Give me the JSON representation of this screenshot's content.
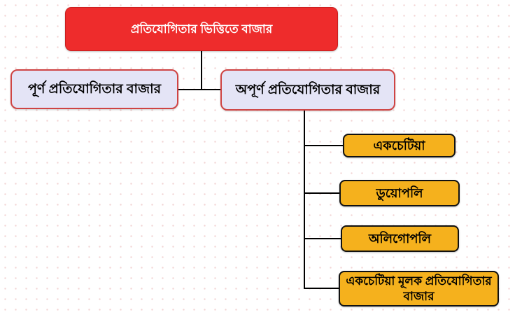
{
  "diagram": {
    "title": "প্রতিযোগিতার ভিত্তিতে বাজার",
    "root": {
      "label": "প্রতিযোগিতার ভিত্তিতে বাজার"
    },
    "level1": [
      {
        "label": "পূর্ণ প্রতিযোগিতার বাজার"
      },
      {
        "label": "অপূর্ণ প্রতিযোগিতার বাজার"
      }
    ],
    "leaves": [
      {
        "label": "একচেটিয়া"
      },
      {
        "label": "ডুয়োপলি"
      },
      {
        "label": "অলিগোপলি"
      },
      {
        "label": "একচেটিয়া মূলক প্রতিযোগিতার বাজার"
      }
    ],
    "colors": {
      "root_fill": "#ee2c2c",
      "root_text": "#ffffff",
      "branch_fill": "#e4e4f6",
      "branch_border": "#cf4444",
      "leaf_fill": "#f5b11d",
      "leaf_border": "#111111",
      "connector": "#000000",
      "background_dot": "#f2d3d3"
    }
  }
}
